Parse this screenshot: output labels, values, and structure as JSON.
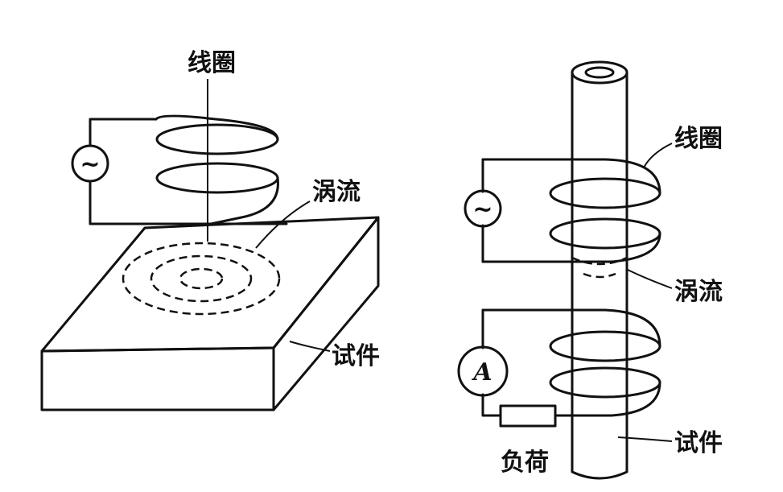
{
  "left_diagram": {
    "coil_label": "线圈",
    "eddy_label": "涡流",
    "specimen_label": "试件",
    "ac_source_symbol": "~"
  },
  "right_diagram": {
    "coil_label": "线圈",
    "eddy_label": "涡流",
    "specimen_label": "试件",
    "load_label": "负荷",
    "ac_source_symbol": "~",
    "ammeter_symbol": "A"
  }
}
